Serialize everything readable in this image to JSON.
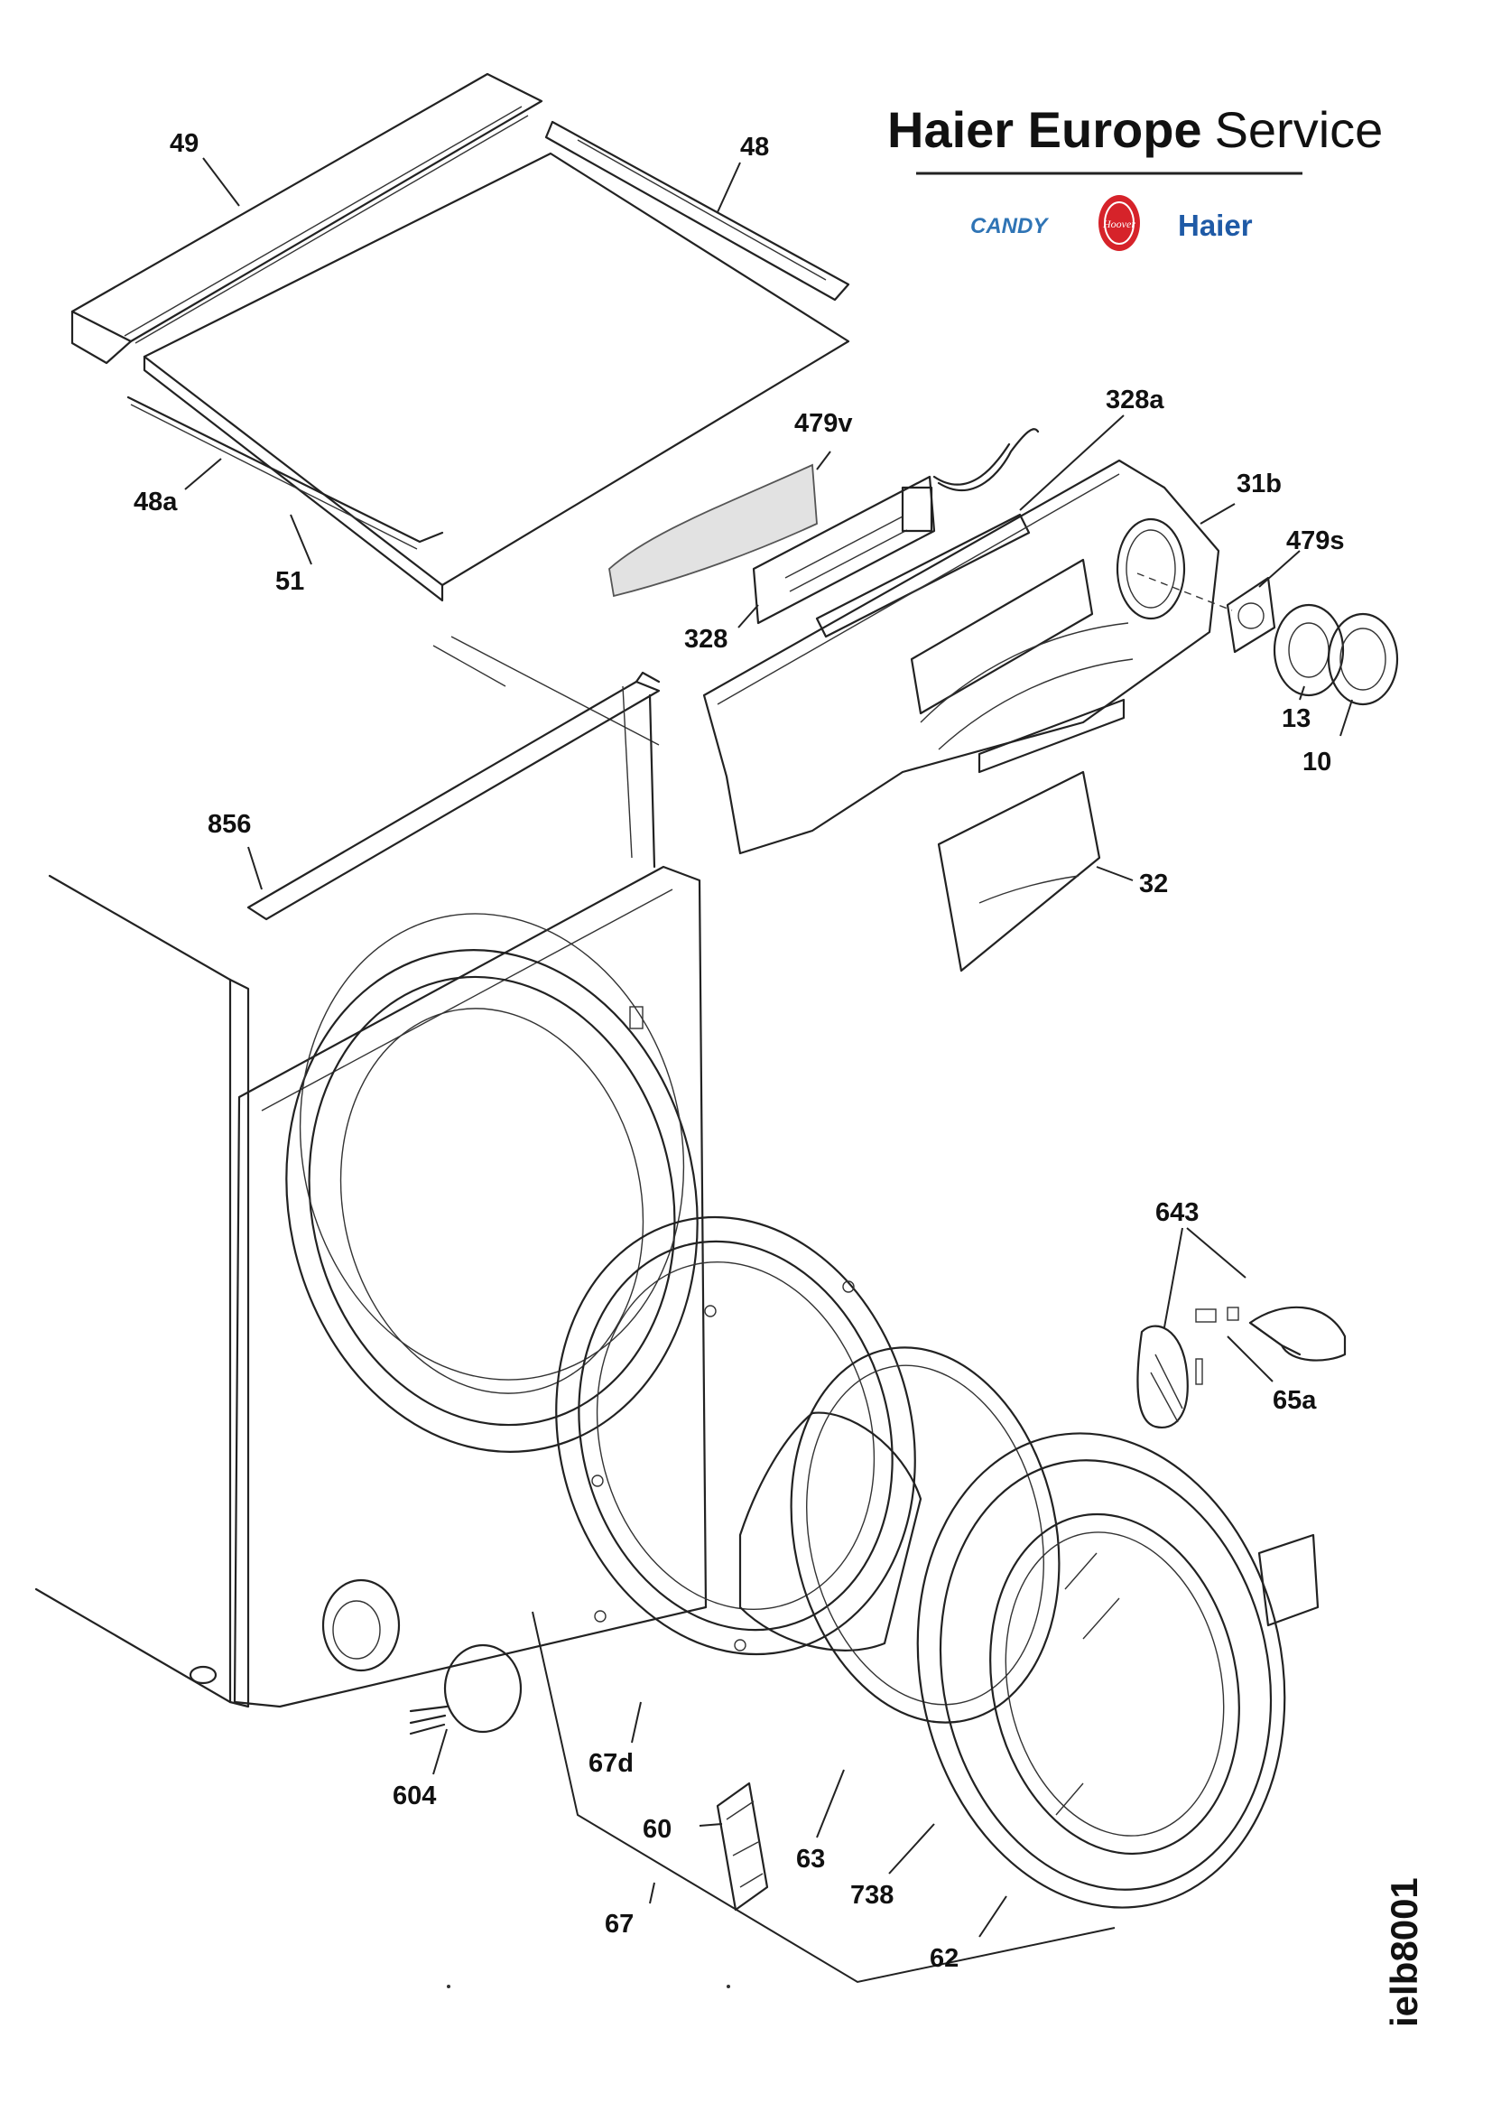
{
  "brand": {
    "title_bold": "Haier Europe",
    "title_light": "Service",
    "logos": [
      "Candy",
      "Hoover",
      "Haier"
    ],
    "logo_colors": {
      "candy": "#2f74b5",
      "hoover": "#d6232a",
      "haier": "#1f5aa6"
    }
  },
  "document_code": "ielb8001",
  "parts": {
    "p49": "49",
    "p48": "48",
    "p48a": "48a",
    "p51": "51",
    "p479v": "479v",
    "p328a": "328a",
    "p328": "328",
    "p31b": "31b",
    "p479s": "479s",
    "p13": "13",
    "p10": "10",
    "p32": "32",
    "p856": "856",
    "p643": "643",
    "p65a": "65a",
    "p604": "604",
    "p67d": "67d",
    "p60": "60",
    "p63": "63",
    "p67": "67",
    "p738": "738",
    "p62": "62"
  }
}
